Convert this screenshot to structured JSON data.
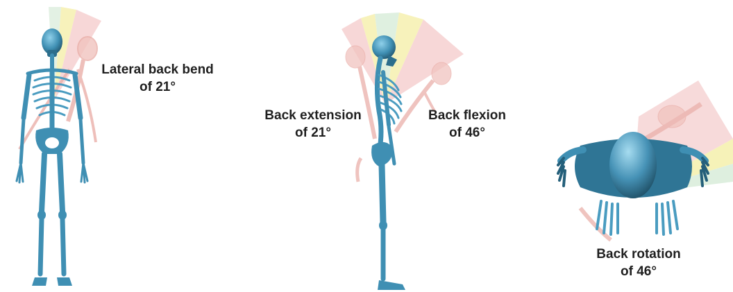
{
  "captions": {
    "lateral": {
      "line1": "Lateral back bend",
      "line2": "of 21°"
    },
    "extension": {
      "line1": "Back extension",
      "line2": "of 21°"
    },
    "flexion": {
      "line1": "Back flexion",
      "line2": "of 46°"
    },
    "rotation": {
      "line1": "Back rotation",
      "line2": "of 46°"
    }
  },
  "colors": {
    "bone": "#3f8fb3",
    "bone_dark": "#2c6e8c",
    "arc_yellow": "#f6f1b4",
    "arc_green": "#dceedd",
    "arc_pink": "#f6d3d3",
    "ghost": "#f1b9b4",
    "text": "#1f1f1f"
  }
}
